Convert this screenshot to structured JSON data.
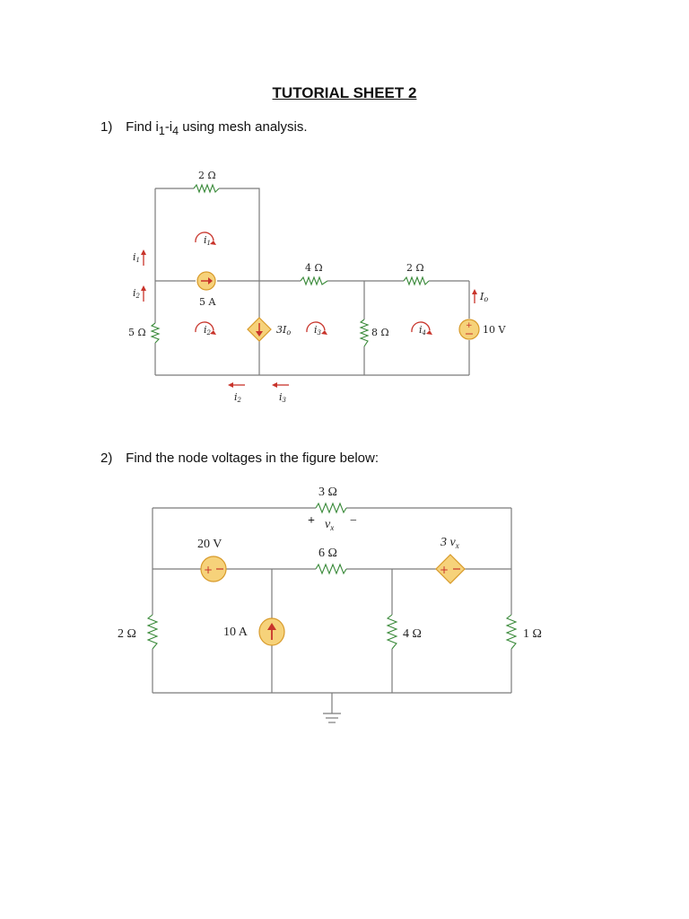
{
  "title": "TUTORIAL SHEET 2",
  "questions": [
    {
      "number": "1)",
      "text_prefix": "Find i",
      "sub1": "1",
      "text_mid": "-i",
      "sub2": "4",
      "text_suffix": " using mesh analysis."
    },
    {
      "number": "2)",
      "text": "Find the node voltages in the figure below:"
    }
  ],
  "circuit1": {
    "labels": {
      "r_top": "2 Ω",
      "r_mid": "4 Ω",
      "r_right": "2 Ω",
      "r_left": "5 Ω",
      "r_8": "8 Ω",
      "current_source": "5 A",
      "dep_source": "3I",
      "dep_source_sub": "o",
      "voltage_source": "10 V",
      "io": "I",
      "io_sub": "o",
      "mesh_i1": "i",
      "mesh_i1_sub": "1",
      "mesh_i2": "i",
      "mesh_i2_sub": "2",
      "mesh_i3": "i",
      "mesh_i3_sub": "3",
      "mesh_i4": "i",
      "mesh_i4_sub": "4",
      "side_i1": "i",
      "side_i1_sub": "1",
      "side_i2": "i",
      "side_i2_sub": "2",
      "bottom_i2": "i",
      "bottom_i2_sub": "2",
      "bottom_i3": "i",
      "bottom_i3_sub": "3"
    }
  },
  "circuit2": {
    "labels": {
      "r_3": "3 Ω",
      "r_6": "6 Ω",
      "r_2": "2 Ω",
      "r_4": "4 Ω",
      "r_1": "1 Ω",
      "vx": "v",
      "vx_sub": "x",
      "plus": "+",
      "minus": "−",
      "v_source": "20 V",
      "i_source": "10 A",
      "dep_source": "3 v",
      "dep_source_sub": "x"
    }
  },
  "colors": {
    "wire": "#7b7b7b",
    "source_fill": "#f6d27a",
    "source_edge": "#d89a2a",
    "arrow_red": "#c8342b"
  }
}
